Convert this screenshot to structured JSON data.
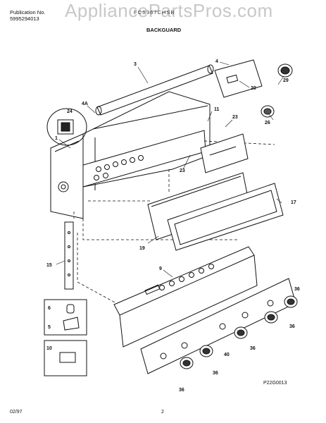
{
  "header": {
    "publication_label": "Publication No.",
    "publication_number": "5995294013",
    "model": "FCS367CHSB",
    "section_title": "BACKGUARD"
  },
  "watermark": "AppliancePartsPros.com",
  "footer": {
    "date": "02/97",
    "page": "2"
  },
  "drawing_code": "P22G0013",
  "callouts": {
    "c1": "1",
    "c3": "3",
    "c4": "4",
    "c4a": "4A",
    "c5": "5",
    "c6": "6",
    "c9": "9",
    "c10": "10",
    "c11": "11",
    "c15": "15",
    "c17": "17",
    "c19": "19",
    "c20": "20",
    "c23a": "23",
    "c23b": "23",
    "c24": "24",
    "c26": "26",
    "c29": "29",
    "c36a": "36",
    "c36b": "36",
    "c36c": "36",
    "c36d": "36",
    "c36e": "36",
    "c40": "40"
  }
}
